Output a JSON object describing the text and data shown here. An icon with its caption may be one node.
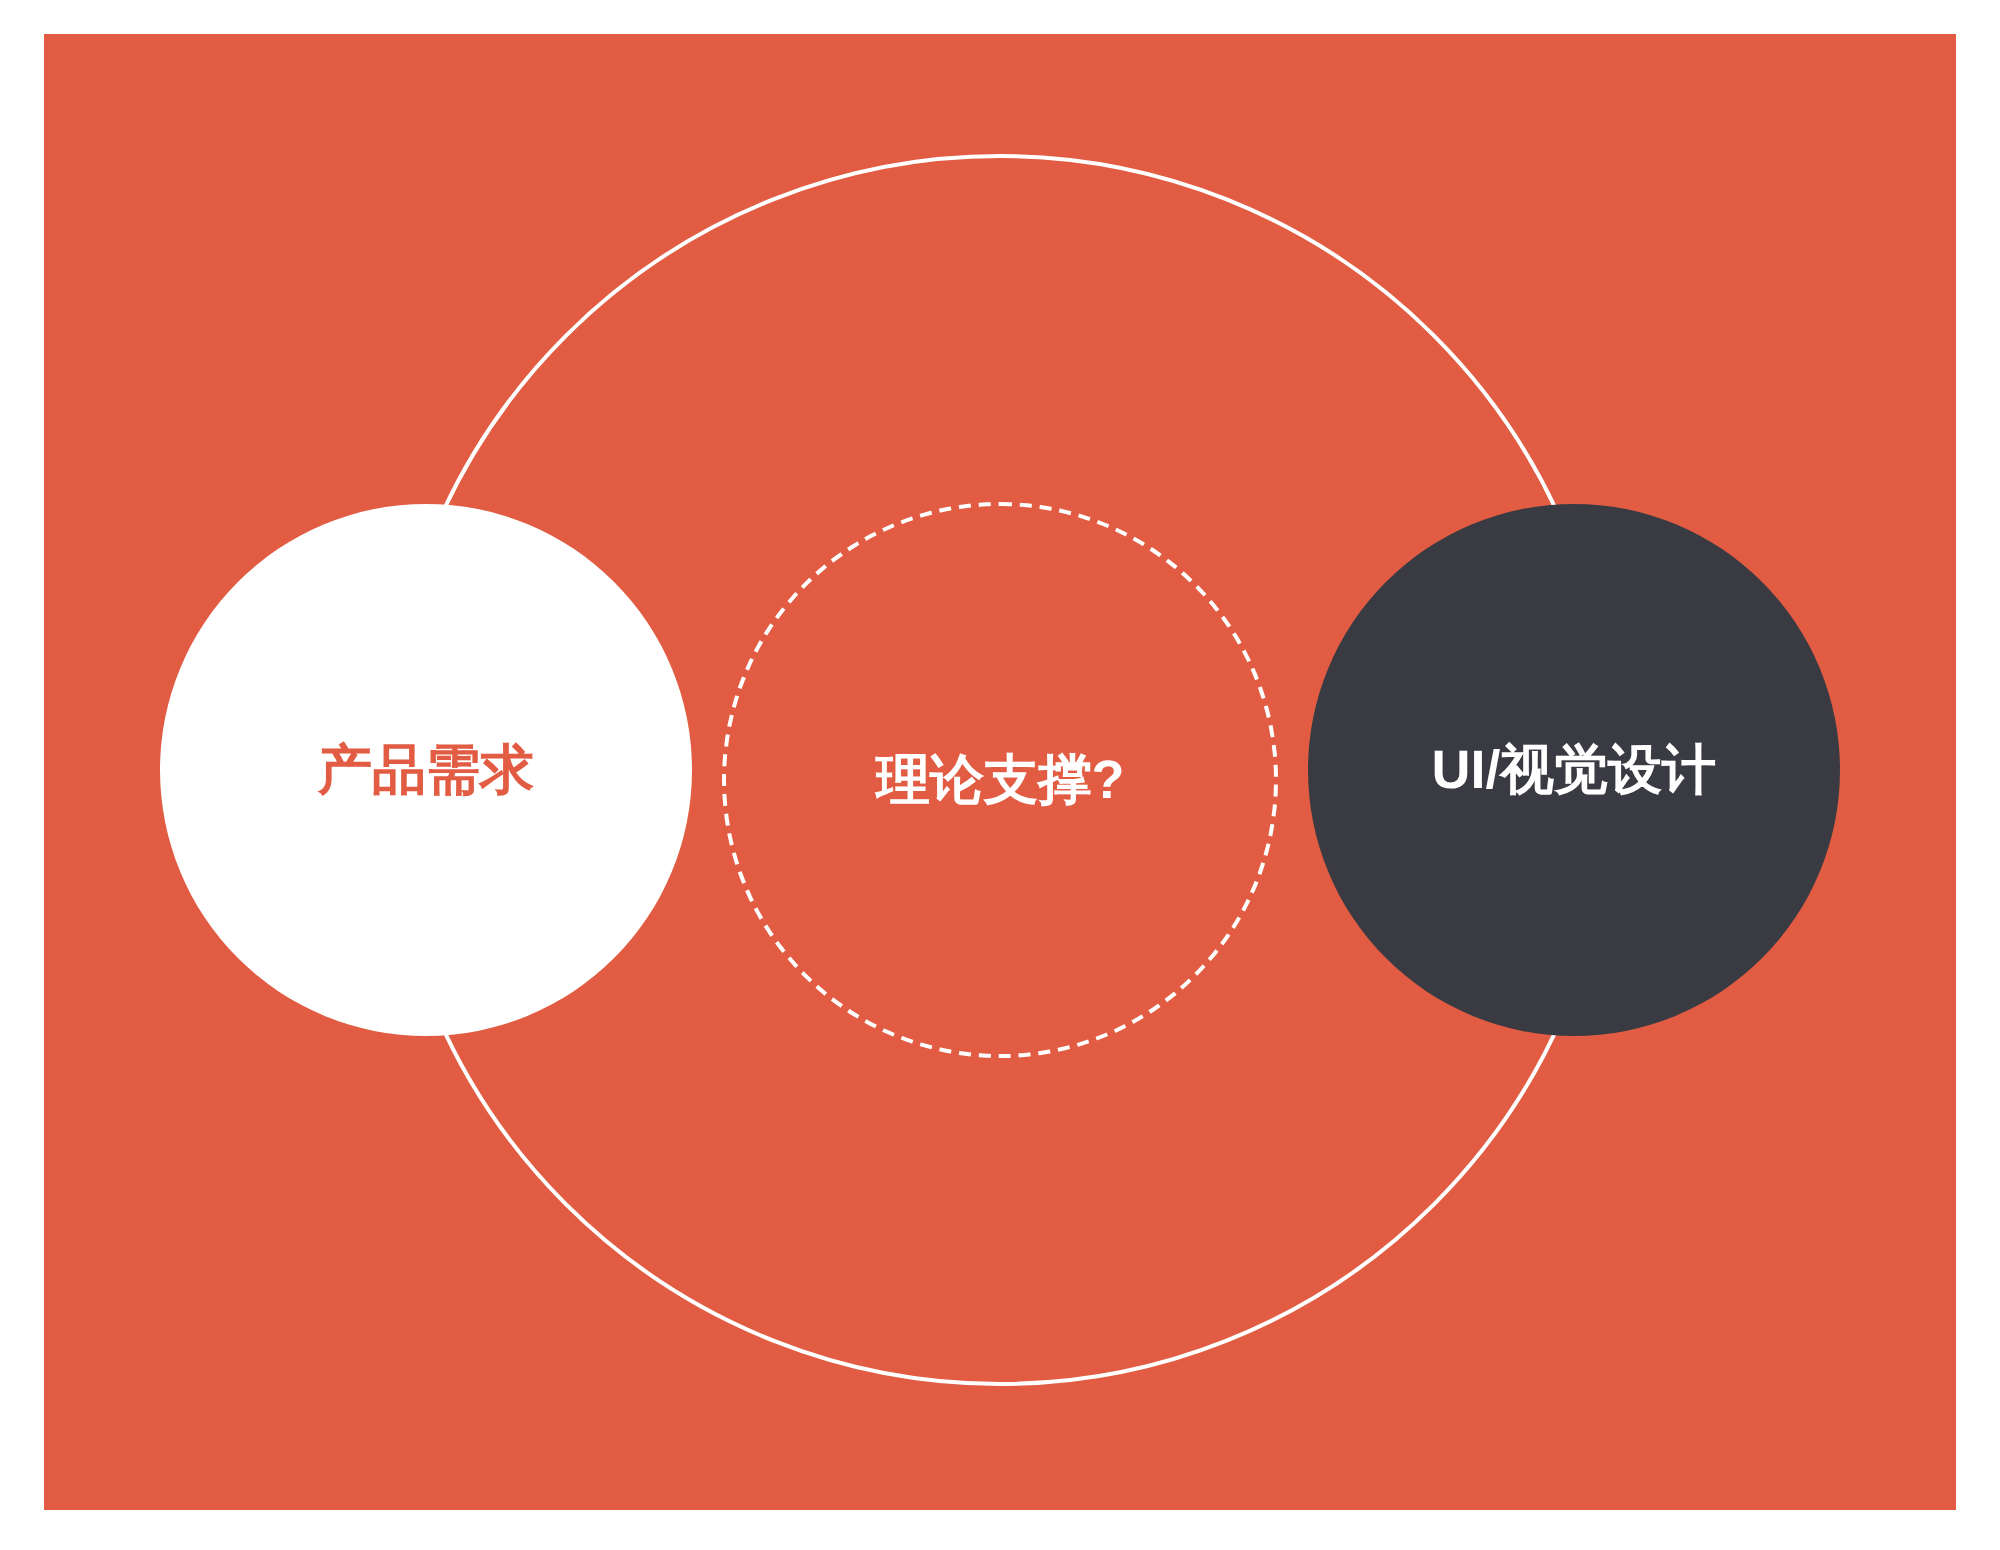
{
  "diagram": {
    "nodes": [
      {
        "text": [],
        "shape": "circle"
      },
      {
        "text": [
          "产品需求"
        ]
      },
      {
        "text": [
          "理论支撑?"
        ],
        "in": 0
      },
      {
        "text": [
          "UI/视觉设计"
        ]
      }
    ]
  }
}
